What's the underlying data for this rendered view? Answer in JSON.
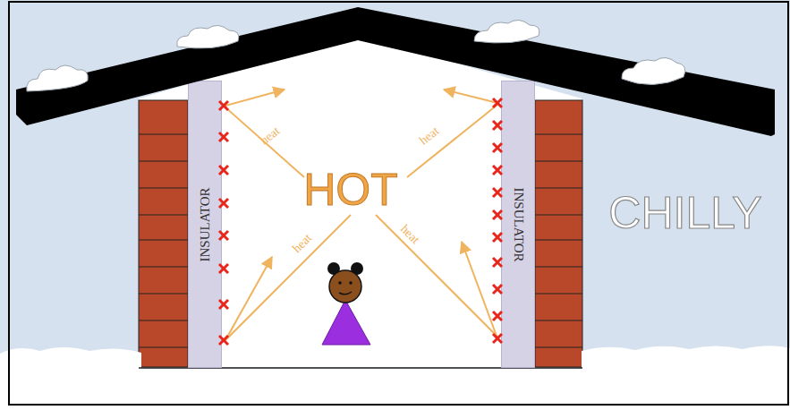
{
  "diagram": {
    "nodes": [
      {
        "text": [
          "INSULATOR"
        ]
      },
      {
        "text": [
          "INSULATOR"
        ]
      }
    ],
    "labels": [
      "heat",
      "heat",
      "HOT",
      "heat",
      "heat",
      "CHILLY"
    ]
  }
}
